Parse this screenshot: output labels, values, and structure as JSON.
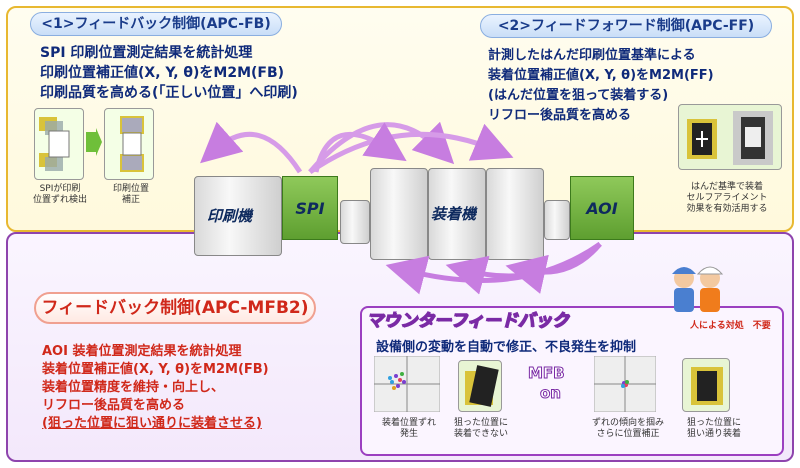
{
  "top_panel": {
    "fb": {
      "title": "<1>フィードバック制御(APC-FB)",
      "lines": [
        "SPI 印刷位置測定結果を統計処理",
        "印刷位置補正値(X, Y, θ)をM2M(FB)",
        "印刷品質を高める(「正しい位置」へ印刷)"
      ],
      "caption_left": [
        "SPIが印刷",
        "位置ずれ検出"
      ],
      "caption_right": [
        "印刷位置",
        "補正"
      ]
    },
    "ff": {
      "title": "<2>フィードフォワード制御(APC-FF)",
      "lines": [
        "計測したはんだ印刷位置基準による",
        "装着位置補正値(X, Y, θ)をM2M(FF)",
        "(はんだ位置を狙って装着する)",
        "リフロー後品質を高める"
      ],
      "caption": [
        "はんだ基準で装着",
        "セルフアライメント",
        "効果を有効活用する"
      ]
    }
  },
  "line": {
    "printer": "印刷機",
    "spi": "SPI",
    "mounter": "装着機",
    "aoi": "AOI"
  },
  "bottom_panel": {
    "mfb2_title": "フィードバック制御(APC-MFB2)",
    "lines": [
      "AOI 装着位置測定結果を統計処理",
      "装着位置補正値(X, Y, θ)をM2M(FB)",
      "装着位置精度を維持・向上し、",
      "リフロー後品質を高める",
      "(狙った位置に狙い通りに装着させる)"
    ],
    "mounter_fb": {
      "title": "マウンターフィードバック",
      "subtitle": "設備側の変動を自動で修正、不良発生を抑制",
      "note": "人による対処　不要",
      "mfb_label": "MFB",
      "on_label": "on",
      "captions": [
        [
          "装着位置ずれ",
          "発生"
        ],
        [
          "狙った位置に",
          "装着できない"
        ],
        [
          "ずれの傾向を掴み",
          "さらに位置補正"
        ],
        [
          "狙った位置に",
          "狙い通り装着"
        ]
      ]
    }
  },
  "colors": {
    "top_border": "#e8b830",
    "bottom_border": "#8e44ad",
    "arrow": "#c77de0",
    "fb_text": "#0f2a7a",
    "mfb2_text": "#d0281a"
  }
}
